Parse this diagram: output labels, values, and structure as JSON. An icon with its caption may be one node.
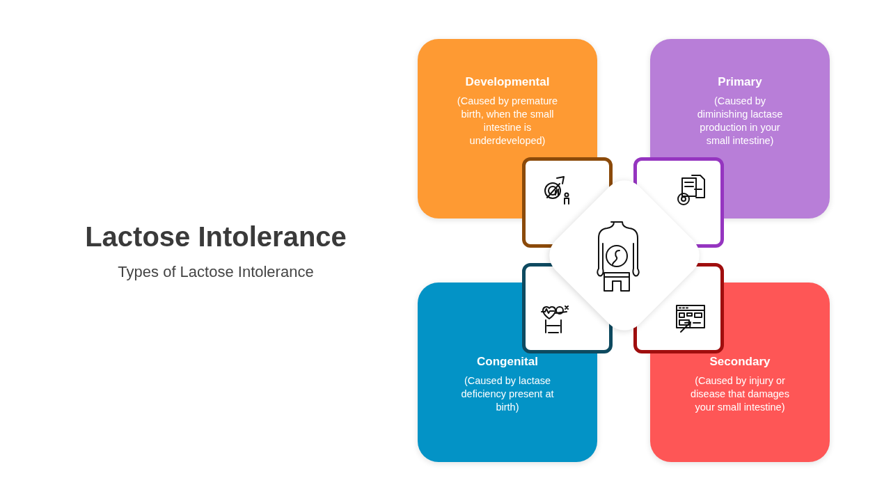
{
  "diagram": {
    "title": "Lactose Intolerance",
    "nodes": [
      {
        "text": [
          "Developmental",
          "(Caused by premature birth, when the small intestine is underdeveloped)"
        ]
      },
      {
        "text": [
          "Primary",
          "(Caused by diminishing lactase production in your small intestine)"
        ]
      },
      {
        "text": [
          "Congenital",
          "(Caused by lactase deficiency present at birth)"
        ]
      },
      {
        "text": [
          "Secondary",
          "(Caused by injury or disease that damages your small intestine)"
        ]
      }
    ],
    "edges": [],
    "labels": [
      "Types of Lactose Intolerance"
    ]
  }
}
